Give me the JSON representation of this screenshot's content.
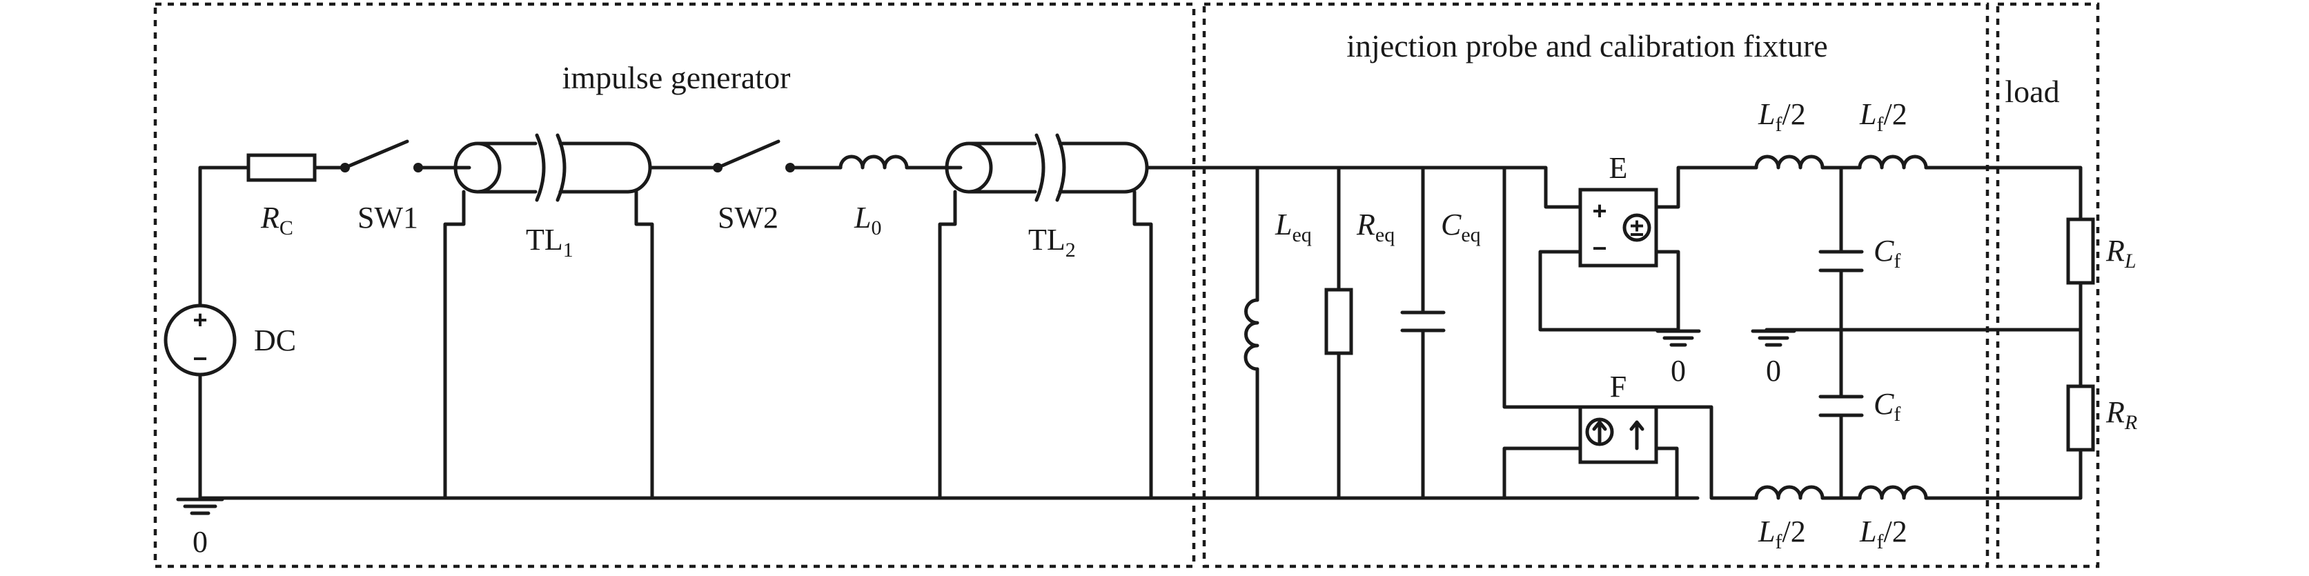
{
  "sections": {
    "impulse_generator": "impulse generator",
    "injection_probe": "injection probe and calibration fixture",
    "load": "load"
  },
  "components": {
    "rc": {
      "base": "R",
      "sub": "C"
    },
    "sw1": "SW1",
    "tl1": {
      "base": "TL",
      "sub": "1"
    },
    "sw2": "SW2",
    "l0": {
      "base": "L",
      "sub": "0"
    },
    "tl2": {
      "base": "TL",
      "sub": "2"
    },
    "dc": "DC",
    "leq": {
      "base": "L",
      "sub": "eq"
    },
    "req": {
      "base": "R",
      "sub": "eq"
    },
    "ceq": {
      "base": "C",
      "sub": "eq"
    },
    "e": "E",
    "f": "F",
    "lf_top_left": {
      "base": "L",
      "sub": "f",
      "suffix": "/2"
    },
    "lf_top_right": {
      "base": "L",
      "sub": "f",
      "suffix": "/2"
    },
    "cf_top": {
      "base": "C",
      "sub": "f"
    },
    "cf_bottom": {
      "base": "C",
      "sub": "f"
    },
    "lf_bottom_left": {
      "base": "L",
      "sub": "f",
      "suffix": "/2"
    },
    "lf_bottom_right": {
      "base": "L",
      "sub": "f",
      "suffix": "/2"
    },
    "rl": {
      "base": "R",
      "sub": "L"
    },
    "rr": {
      "base": "R",
      "sub": "R"
    }
  },
  "grounds": {
    "left": "0",
    "e_ground": "0",
    "fixture_ground": "0"
  },
  "signs": {
    "plus": "+",
    "minus": "−",
    "pm": "±"
  }
}
